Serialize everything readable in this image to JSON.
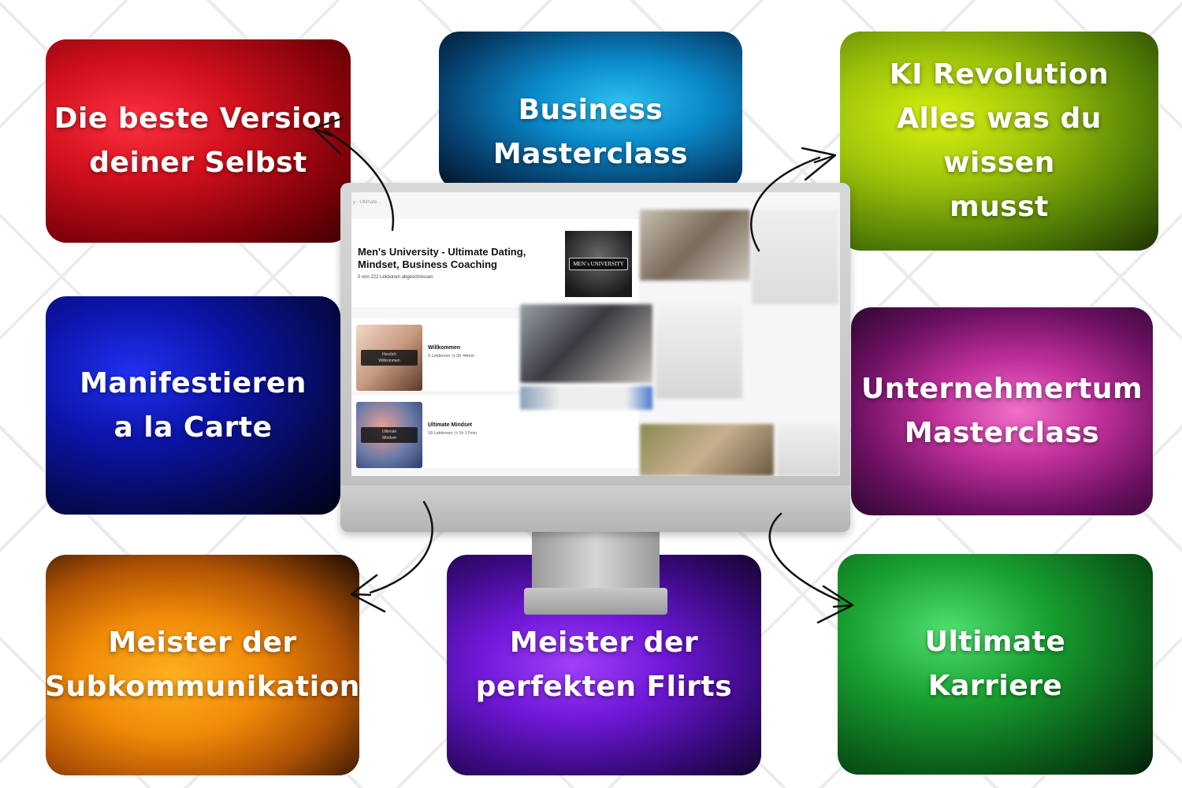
{
  "cards": [
    {
      "title": "Die beste Version\ndeiner Selbst"
    },
    {
      "title": "Business\nMasterclass"
    },
    {
      "title": "KI Revolution\nAlles was du wissen\nmusst"
    },
    {
      "title": "Manifestieren\na la Carte"
    },
    {
      "title": "Unternehmertum\nMasterclass"
    },
    {
      "title": "Meister der\nSubkommunikation"
    },
    {
      "title": "Meister der\nperfekten Flirts"
    },
    {
      "title": "Ultimate\nKarriere"
    }
  ],
  "screen": {
    "breadcrumb": "y - Ultimate...",
    "course_title": "Men's University - Ultimate Dating, Mindset, Business Coaching",
    "course_progress": "0 von 222 Lektionen abgeschlossen",
    "course_thumb_label": "MEN´s UNIVERSITY",
    "modules": [
      {
        "thumb_label": "Herzlich\nWillkommen",
        "name": "Willkommen",
        "meta": "3 Lektionen  ◷  0h 44min"
      },
      {
        "thumb_label": "Ultimate\nMindset",
        "name": "Ultimate Mindset",
        "meta": "18 Lektionen  ◷  1h 17min"
      }
    ]
  },
  "colors": {
    "card_text": "#ffffff",
    "monitor_frame": "#c8c8c8",
    "background_pattern": "#ececec"
  }
}
